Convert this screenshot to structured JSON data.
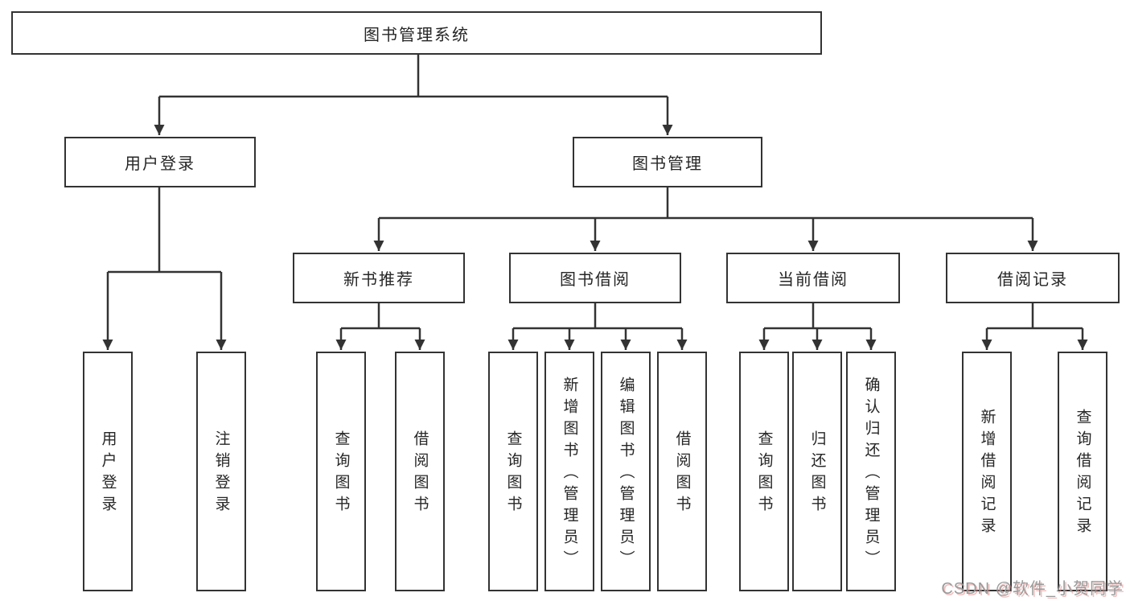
{
  "tree": {
    "root": {
      "label": "图书管理系统",
      "children": [
        {
          "label": "用户登录",
          "children": [
            {
              "label": "用户登录"
            },
            {
              "label": "注销登录"
            }
          ]
        },
        {
          "label": "图书管理",
          "children": [
            {
              "label": "新书推荐",
              "children": [
                {
                  "label": "查询图书"
                },
                {
                  "label": "借阅图书"
                }
              ]
            },
            {
              "label": "图书借阅",
              "children": [
                {
                  "label": "查询图书"
                },
                {
                  "label": "新增图书（管理员）"
                },
                {
                  "label": "编辑图书（管理员）"
                },
                {
                  "label": "借阅图书"
                }
              ]
            },
            {
              "label": "当前借阅",
              "children": [
                {
                  "label": "查询图书"
                },
                {
                  "label": "归还图书"
                },
                {
                  "label": "确认归还（管理员）"
                }
              ]
            },
            {
              "label": "借阅记录",
              "children": [
                {
                  "label": "新增借阅记录"
                },
                {
                  "label": "查询借阅记录"
                }
              ]
            }
          ]
        }
      ]
    }
  },
  "watermark": "CSDN @软件_小贺同学",
  "colors": {
    "line": "#333333",
    "box_border": "#333333",
    "text": "#262626",
    "background": "#ffffff",
    "watermark": "#9a9a9a"
  }
}
